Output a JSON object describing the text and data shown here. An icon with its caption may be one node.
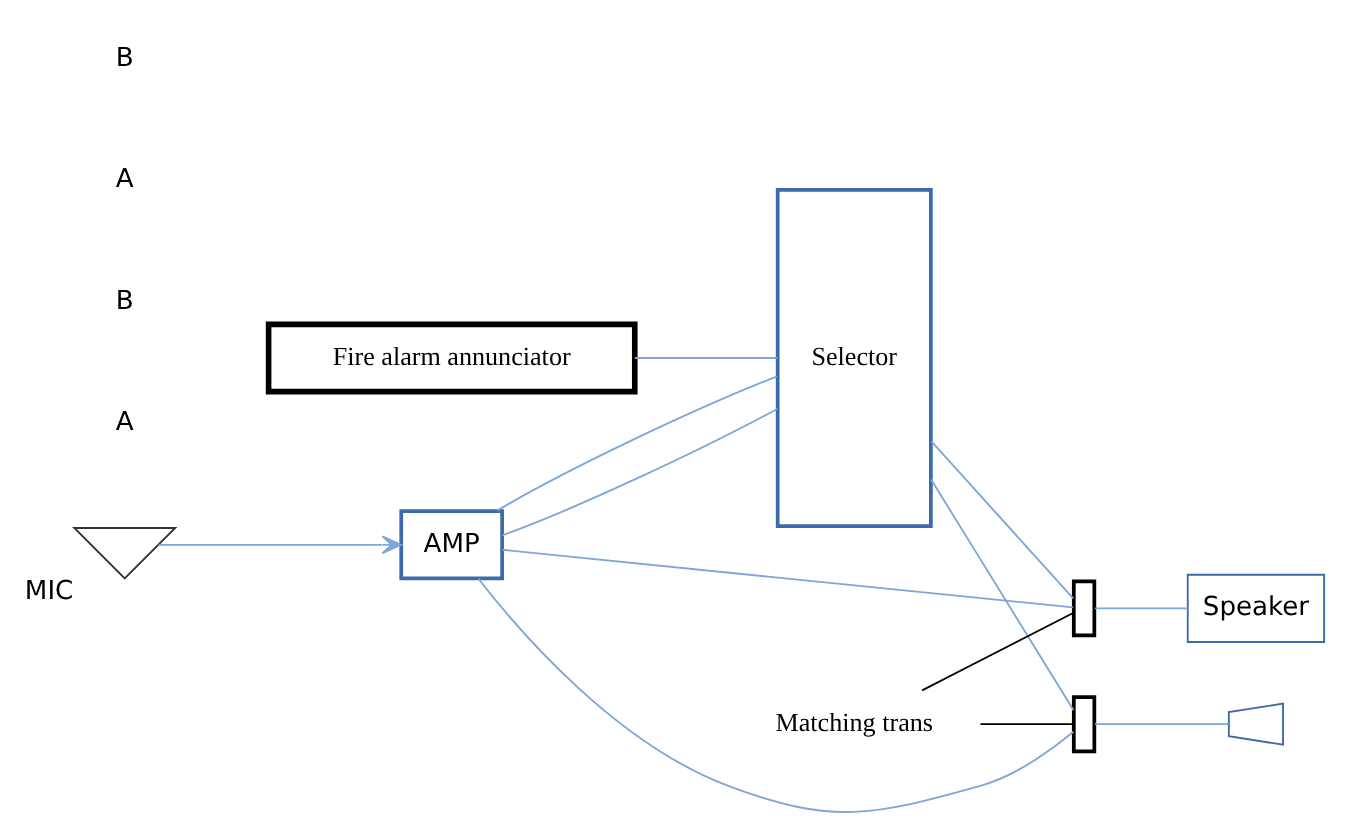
{
  "diagram": {
    "nodes": [
      {
        "text": [],
        "shape": "microphone",
        "beside": [
          "MIC"
        ]
      },
      {
        "text": [
          "AMP"
        ]
      },
      {
        "text": [
          "Selector"
        ]
      },
      {
        "text": [],
        "shape": "box"
      },
      {
        "text": [],
        "shape": "box"
      },
      {
        "text": [
          "Matching trans"
        ]
      },
      {
        "text": [
          "Speaker"
        ]
      },
      {
        "text": [],
        "shape": "speaker"
      },
      {
        "text": [
          "Fire alarm annunciator"
        ]
      }
    ],
    "edges": [
      {
        "from": 0,
        "to": 1,
        "arrow": "to"
      },
      {
        "from": 1,
        "to": 2,
        "arrow": "none"
      },
      {
        "from": 1,
        "to": 2,
        "arrow": "none"
      },
      {
        "from": 2,
        "to": 3,
        "arrow": "none"
      },
      {
        "from": 2,
        "to": 4,
        "arrow": "none"
      },
      {
        "from": 1,
        "to": 3,
        "arrow": "none"
      },
      {
        "from": 1,
        "to": 4,
        "arrow": "none"
      },
      {
        "from": 3,
        "to": 6,
        "arrow": "none"
      },
      {
        "from": 4,
        "to": 7,
        "arrow": "none"
      },
      {
        "from": 5,
        "to": 3,
        "arrow": "none",
        "color": "#000000"
      },
      {
        "from": 5,
        "to": 4,
        "arrow": "none",
        "color": "#000000"
      },
      {
        "from": 8,
        "to": 2,
        "arrow": "none"
      }
    ],
    "labels": [
      "A",
      "B",
      "A",
      "B"
    ]
  }
}
